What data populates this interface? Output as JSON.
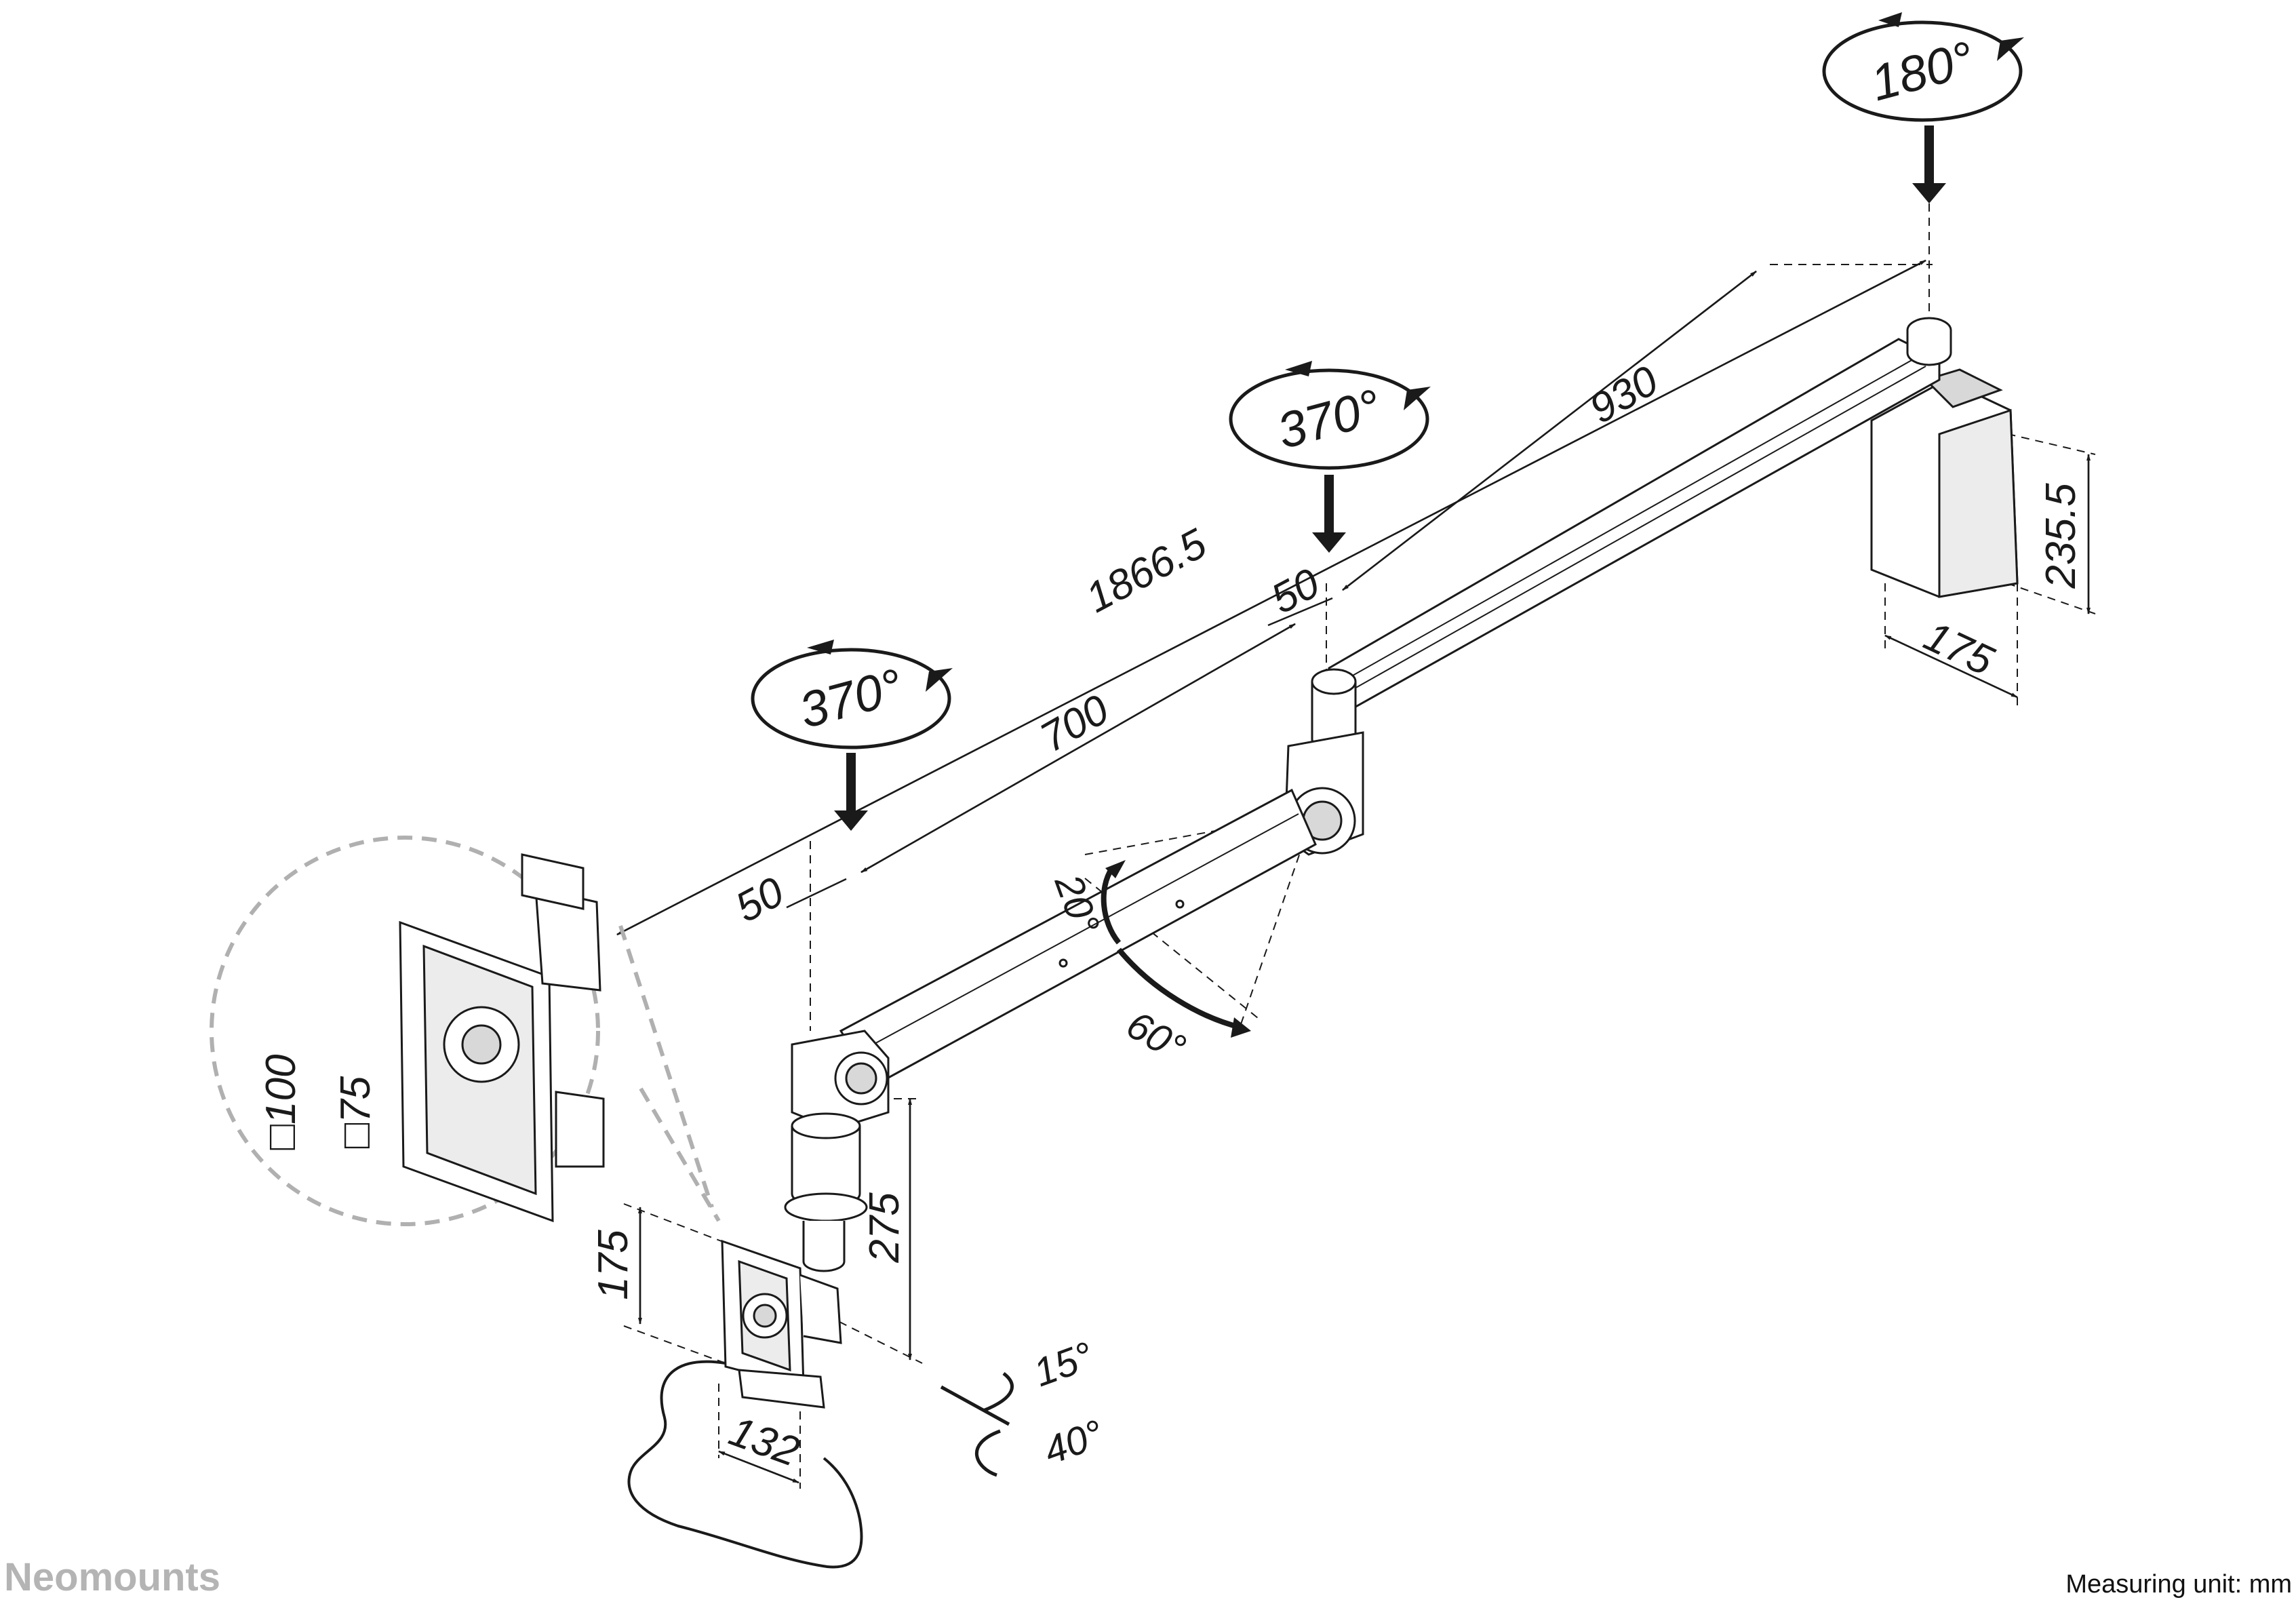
{
  "brand": {
    "name": "Neomounts"
  },
  "footer": {
    "measuring_unit": "Measuring unit: mm"
  },
  "rotations": {
    "wall_pivot": "180°",
    "middle_joint": "370°",
    "front_joint": "370°"
  },
  "tilt": {
    "up": "20°",
    "down": "60°"
  },
  "head": {
    "tilt_up": "15°",
    "tilt_down": "40°"
  },
  "dimensions": {
    "total_length": "1866.5",
    "inner_arm": "930",
    "outer_arm": "700",
    "joint_offset_middle": "50",
    "joint_offset_front": "50",
    "bracket_height": "235.5",
    "bracket_depth": "175",
    "height_adjust": "275",
    "head_height": "175",
    "head_width": "132"
  },
  "vesa": {
    "large": "□100",
    "small": "□75"
  },
  "colors": {
    "line": "#1a1a1a",
    "fill": "#ffffff",
    "shade": "#d8d8d8",
    "callout": "#b0b0b0",
    "brand": "#b4b4b4"
  }
}
